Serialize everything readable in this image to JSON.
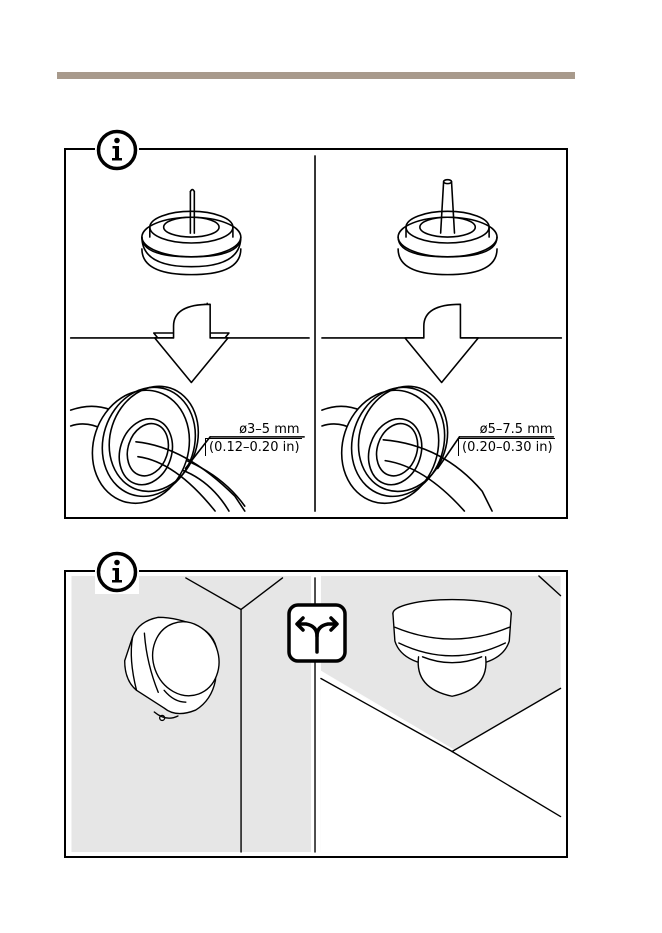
{
  "header": {
    "rule_color": "#a89a8c"
  },
  "panel_1": {
    "left": {
      "diameter": "ø3–5 mm",
      "inches": "(0.12–0.20 in)"
    },
    "right": {
      "diameter": "ø5–7.5 mm",
      "inches": "(0.20–0.30 in)"
    }
  },
  "icons": {
    "info": "info-icon",
    "arrow": "down-arrow-icon",
    "option": "split-arrow-icon"
  },
  "colors": {
    "wall_shade": "#e6e6e6",
    "line": "#000000"
  }
}
